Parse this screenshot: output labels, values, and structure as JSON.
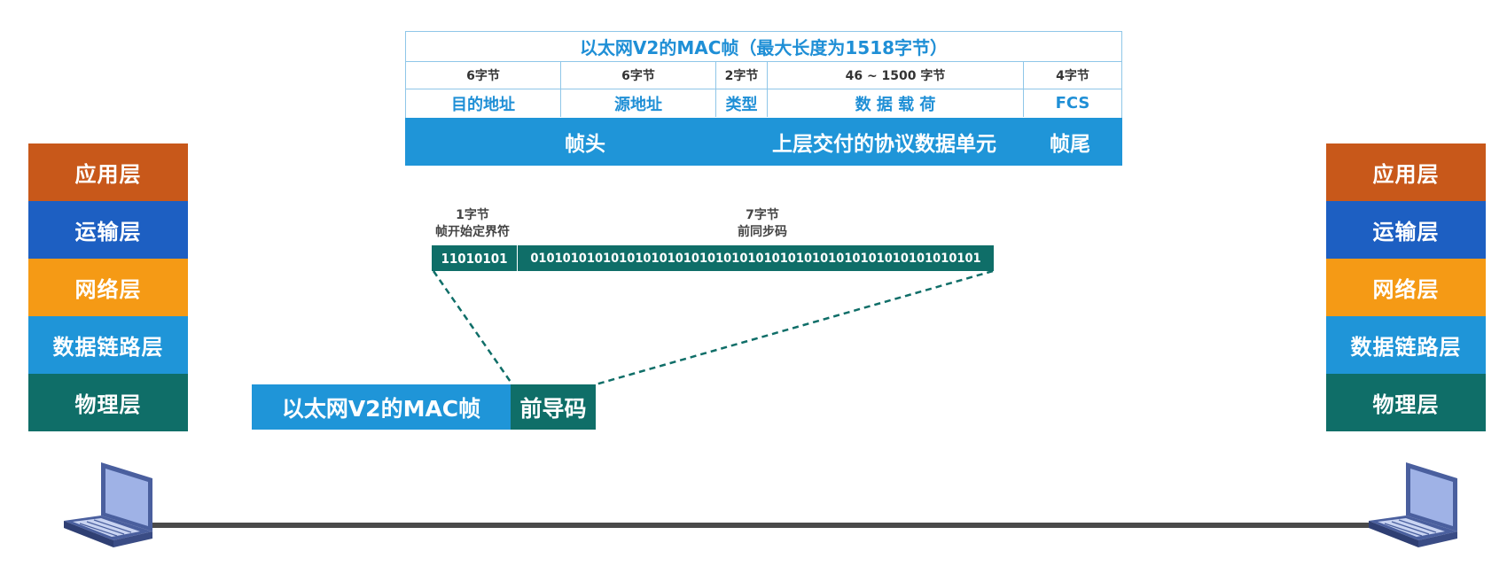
{
  "left_stack": [
    "应用层",
    "运输层",
    "网络层",
    "数据链路层",
    "物理层"
  ],
  "right_stack": [
    "应用层",
    "运输层",
    "网络层",
    "数据链路层",
    "物理层"
  ],
  "frame": {
    "title": "以太网V2的MAC帧（最大长度为1518字节）",
    "sizes": [
      "6字节",
      "6字节",
      "2字节",
      "46 ~ 1500 字节",
      "4字节"
    ],
    "fields": [
      "目的地址",
      "源地址",
      "类型",
      "数 据 载 荷",
      "FCS"
    ],
    "header_label": "帧头",
    "payload_label": "上层交付的协议数据单元",
    "trailer_label": "帧尾"
  },
  "preamble": {
    "sfd_size": "1字节",
    "sfd_name": "帧开始定界符",
    "sync_size": "7字节",
    "sync_name": "前同步码",
    "sfd_bits": "11010101",
    "sync_bits": "01010101010101010101010101010101010101010101010101010101"
  },
  "bottom": {
    "mac_frame_label": "以太网V2的MAC帧",
    "preamble_label": "前导码"
  },
  "colors": {
    "application": "#c8581a",
    "transport": "#1d5fc2",
    "network": "#f59a15",
    "data_link": "#1f95d8",
    "physical": "#0f6e68"
  }
}
